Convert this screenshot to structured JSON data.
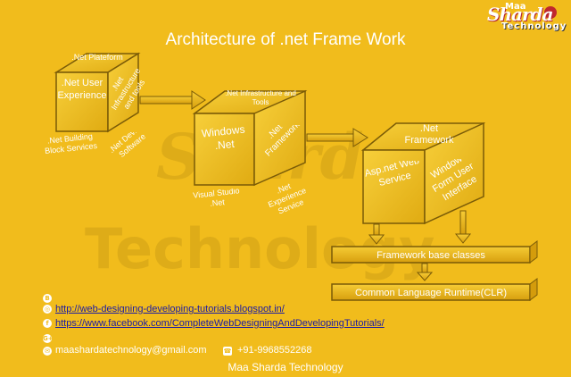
{
  "title": "Architecture of .net Frame Work",
  "logo": {
    "line1": "Maa",
    "line2": "Sharda",
    "line3": "Technology"
  },
  "cube_user": {
    "top": ".Net Plateform",
    "left": ".Net User Experience",
    "right": ".Net Infrastructure and tools",
    "below_left": ".Net Building Block Services",
    "below_right": ".Net Device Software"
  },
  "cube_infra": {
    "top": ".Net Infrastructure and Tools",
    "left": "Windows .Net",
    "right": ".Net Framework",
    "below_left": "Visual Studio .Net",
    "below_right": ".Net Experience Service"
  },
  "cube_fw": {
    "top": ".Net Framework",
    "left": "Asp.net Web Service",
    "right": "Window Form User Interface"
  },
  "bar_base": "Framework base classes",
  "bar_clr": "Common Language Runtime(CLR)",
  "contact": {
    "blog": "http://web-designing-developing-tutorials.blogspot.in/",
    "facebook": "https://www.facebook.com/CompleteWebDesigningAndDevelopingTutorials/",
    "email": "maashardatechnology@gmail.com",
    "phone": "+91-9968552268"
  },
  "footer": "Maa Sharda Technology",
  "colors": {
    "background": "#f1bc1c",
    "face": "#f3c526",
    "face_dark": "#d9a30f",
    "border": "#7a5b07",
    "link": "#1a1aa6"
  },
  "icons": [
    "blogger-icon",
    "facebook-icon",
    "google-plus-icon",
    "email-icon",
    "phone-icon",
    "arrow-right-icon",
    "arrow-down-icon"
  ]
}
